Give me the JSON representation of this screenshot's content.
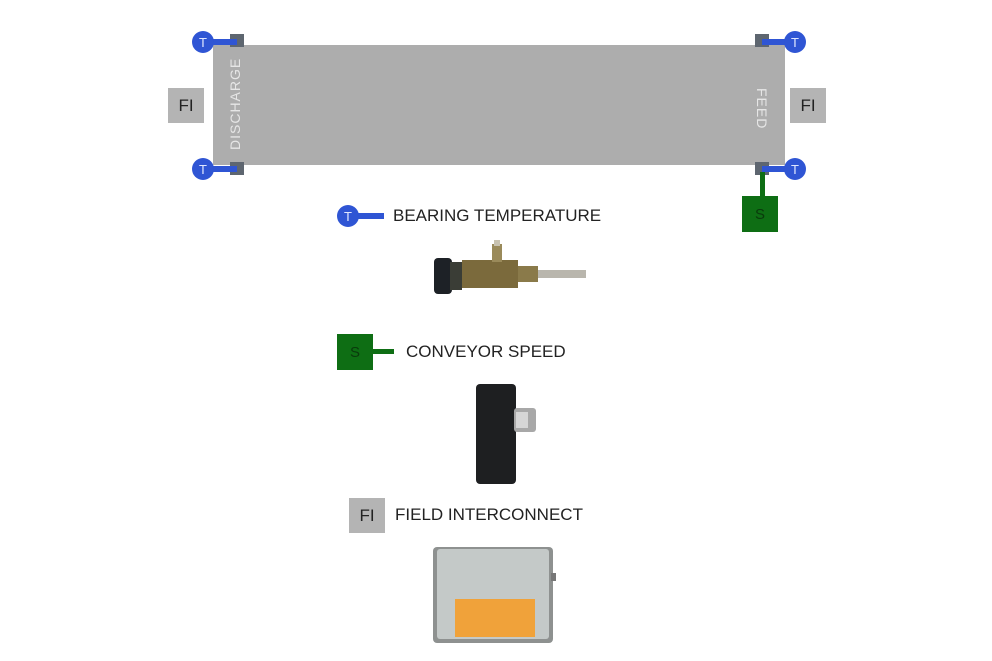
{
  "conveyor": {
    "discharge_label": "DISCHARGE",
    "feed_label": "FEED"
  },
  "sensors": {
    "temperature_symbol": "T",
    "speed_symbol": "S",
    "interconnect_symbol": "FI"
  },
  "legend": {
    "bearing_temperature": "BEARING TEMPERATURE",
    "conveyor_speed": "CONVEYOR SPEED",
    "field_interconnect": "FIELD INTERCONNECT"
  },
  "colors": {
    "temperature": "#2f55d4",
    "speed": "#0e6e14",
    "interconnect": "#b4b4b4",
    "belt": "#adadad"
  }
}
